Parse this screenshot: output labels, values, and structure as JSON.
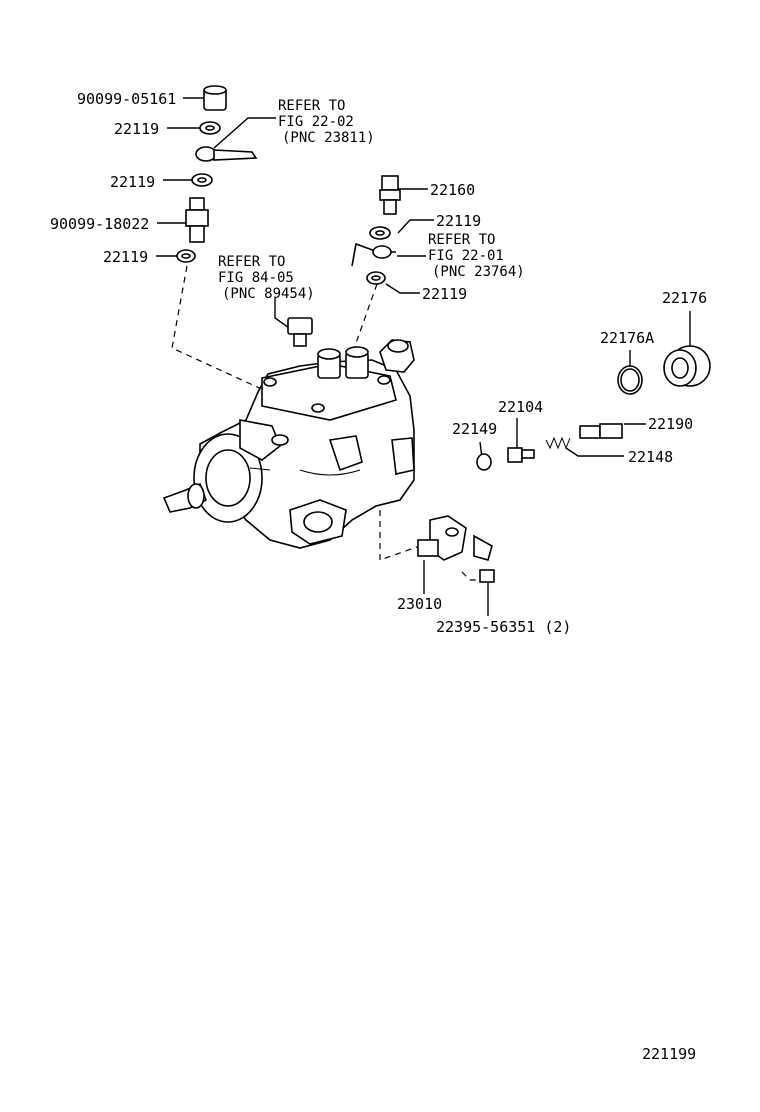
{
  "labels": {
    "p90099_05161": "90099-05161",
    "p22119_a": "22119",
    "p22119_b": "22119",
    "p90099_18022": "90099-18022",
    "p22119_c": "22119",
    "p22160": "22160",
    "p22119_d": "22119",
    "p22119_e": "22119",
    "p22176": "22176",
    "p22176A": "22176A",
    "p22104": "22104",
    "p22149": "22149",
    "p22190": "22190",
    "p22148": "22148",
    "p23010": "23010",
    "p22395": "22395-56351 (2)",
    "figure_id": "221199"
  },
  "refs": {
    "ref1": {
      "line1": "REFER TO",
      "line2": "FIG 22-02",
      "line3": "(PNC 23811)"
    },
    "ref2": {
      "line1": "REFER TO",
      "line2": "FIG 84-05",
      "line3": "(PNC 89454)"
    },
    "ref3": {
      "line1": "REFER TO",
      "line2": "FIG 22-01",
      "line3": "(PNC 23764)"
    }
  }
}
